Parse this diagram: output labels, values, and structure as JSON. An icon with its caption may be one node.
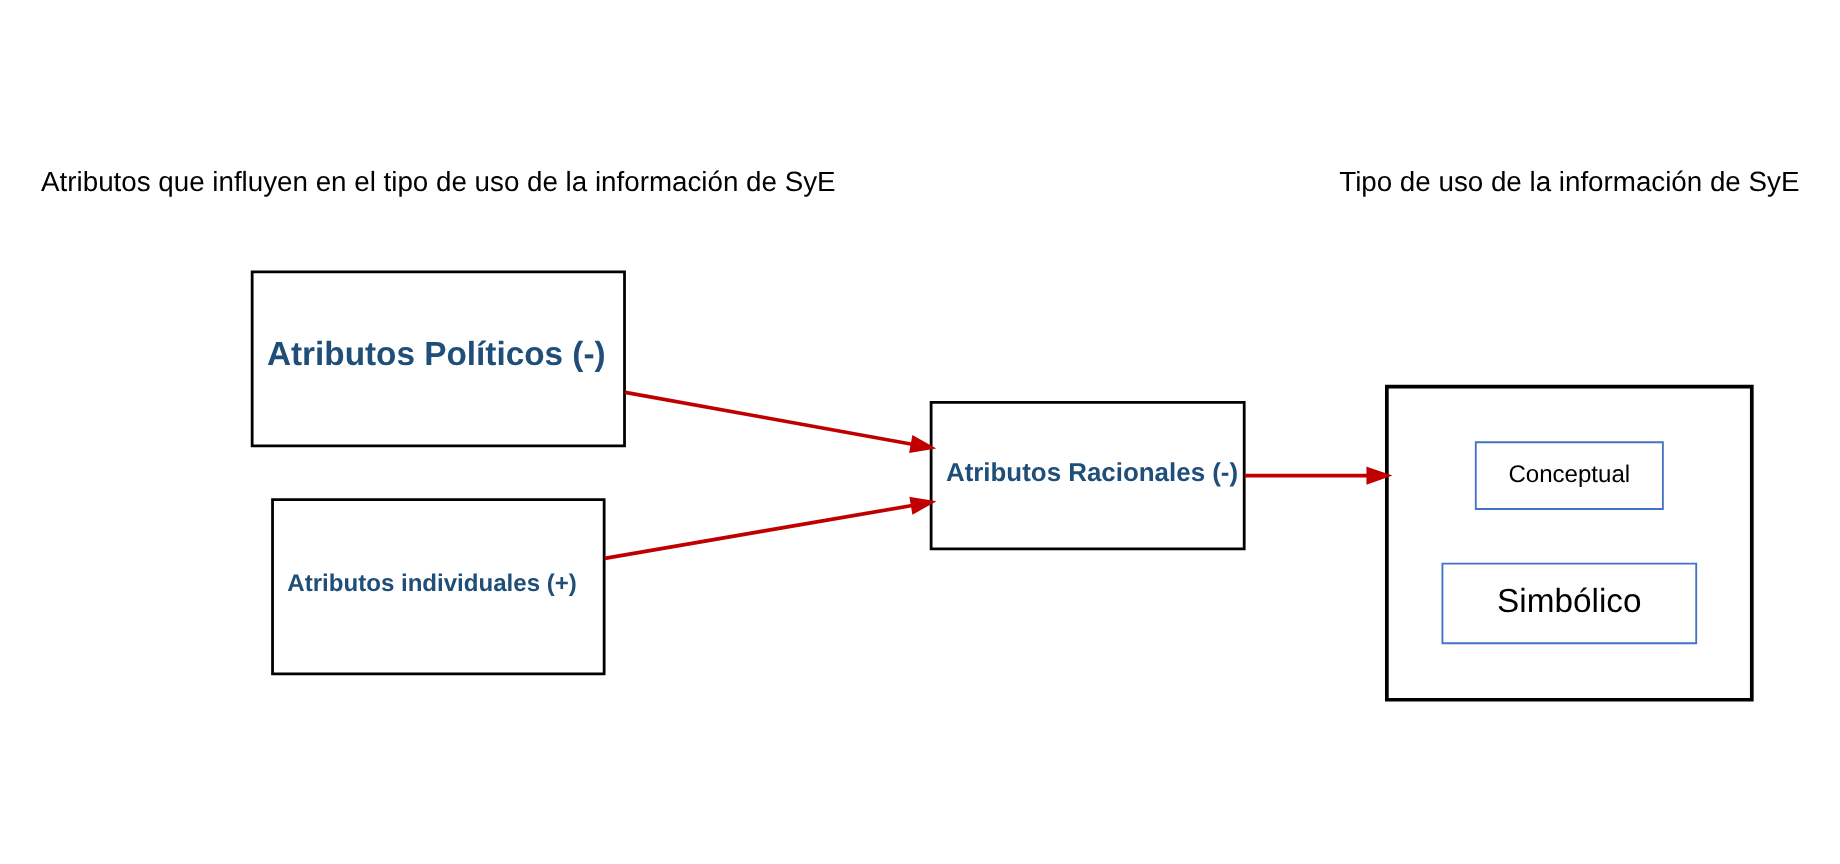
{
  "diagram": {
    "nodes": [
      {
        "text": [
          "Atributos Políticos (-)"
        ]
      },
      {
        "text": [
          "Atributos individuales (+)"
        ]
      },
      {
        "text": [
          "Atributos Racionales (-)"
        ]
      },
      {
        "text": [],
        "shape": "box"
      },
      {
        "text": [
          "Conceptual"
        ],
        "in": 3
      },
      {
        "text": [
          "Simbólico"
        ],
        "in": 3
      }
    ],
    "edges": [
      {
        "from": 0,
        "to": 2,
        "arrow": "to"
      },
      {
        "from": 1,
        "to": 2,
        "arrow": "to"
      },
      {
        "from": 2,
        "to": 3,
        "arrow": "to"
      }
    ],
    "labels": [
      "Atributos que influyen en el tipo de uso de la información de SyE",
      "Tipo de uso de la información de SyE"
    ]
  }
}
